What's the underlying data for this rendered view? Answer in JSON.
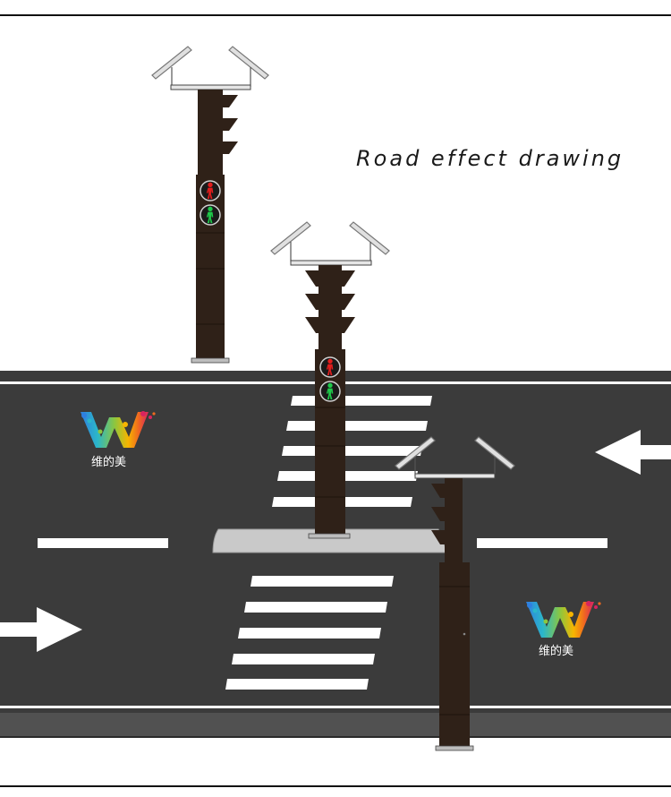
{
  "title": "Road effect drawing",
  "brand": {
    "text": "维的美",
    "icon": "rainbow-w-logo"
  },
  "colors": {
    "road": "#3b3b3b",
    "pole": "#2f2118",
    "marking": "#ffffff",
    "red_light": "#e11d1d",
    "green_light": "#1fc94a",
    "panel": "#c9c9c9"
  },
  "icons": [
    "left-arrow",
    "right-arrow",
    "pedestrian-red-signal",
    "pedestrian-green-signal",
    "solar-panel"
  ]
}
